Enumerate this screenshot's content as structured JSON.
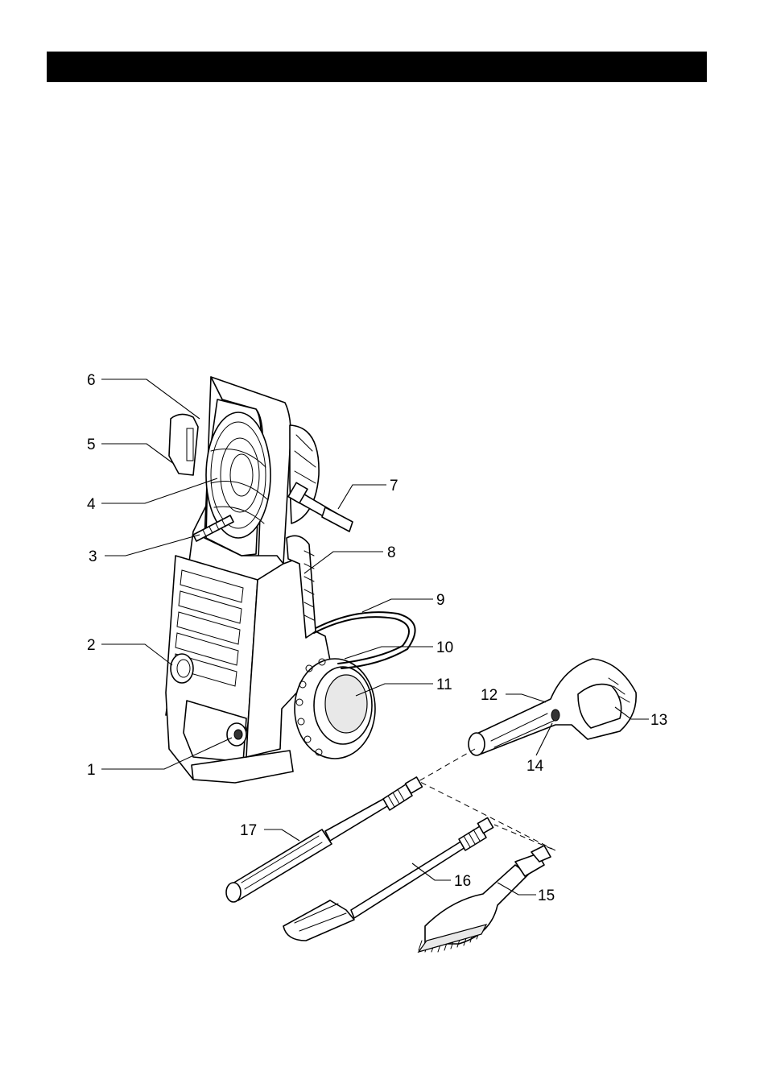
{
  "header": {
    "bar_color": "#000000"
  },
  "callouts": [
    {
      "id": "1",
      "label": "1"
    },
    {
      "id": "2",
      "label": "2"
    },
    {
      "id": "3",
      "label": "3"
    },
    {
      "id": "4",
      "label": "4"
    },
    {
      "id": "5",
      "label": "5"
    },
    {
      "id": "6",
      "label": "6"
    },
    {
      "id": "7",
      "label": "7"
    },
    {
      "id": "8",
      "label": "8"
    },
    {
      "id": "9",
      "label": "9"
    },
    {
      "id": "10",
      "label": "10"
    },
    {
      "id": "11",
      "label": "11"
    },
    {
      "id": "12",
      "label": "12"
    },
    {
      "id": "13",
      "label": "13"
    },
    {
      "id": "14",
      "label": "14"
    },
    {
      "id": "15",
      "label": "15"
    },
    {
      "id": "16",
      "label": "16"
    },
    {
      "id": "17",
      "label": "17"
    }
  ]
}
